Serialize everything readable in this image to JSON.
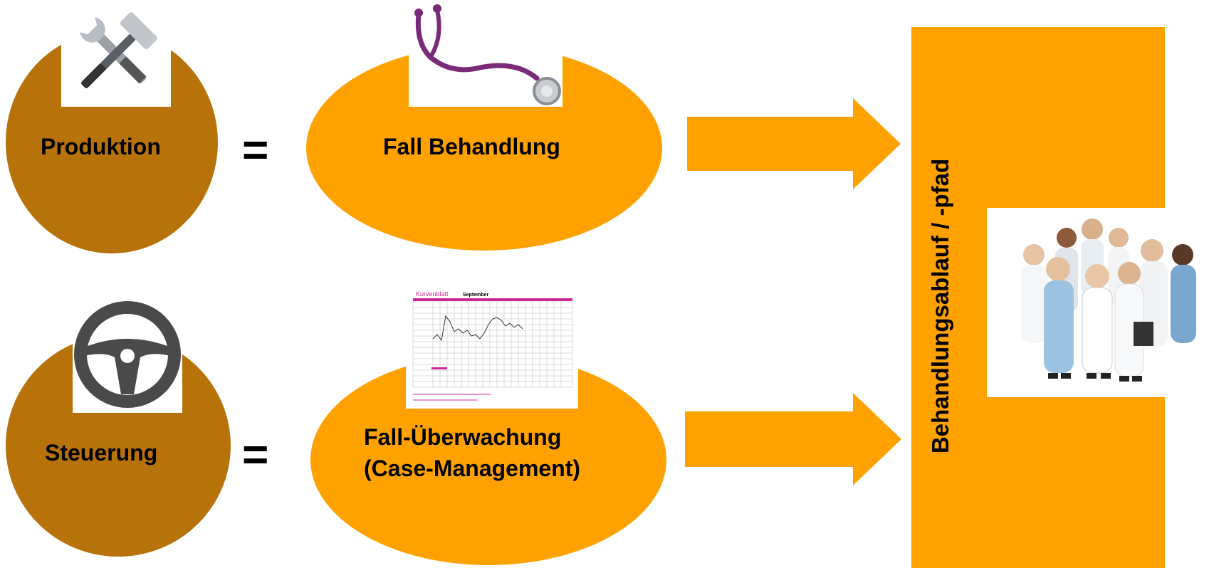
{
  "colors": {
    "brown": "#B8720A",
    "orange": "#FFA200",
    "icon_gray": "#4a4a4a",
    "chart_magenta": "#cc2a9a"
  },
  "rows": [
    {
      "left_label": "Produktion",
      "left_icon": "hammer-wrench-icon",
      "equals": "=",
      "right_label_lines": [
        "Fall Behandlung"
      ],
      "right_icon": "stethoscope-icon"
    },
    {
      "left_label": "Steuerung",
      "left_icon": "steering-wheel-icon",
      "equals": "=",
      "right_label_lines": [
        "Fall-Überwachung",
        "(Case-Management)"
      ],
      "right_icon": "temperature-chart-thumbnail"
    }
  ],
  "target": {
    "label": "Behandlungsablauf / -pfad",
    "image": "medical-team-photo"
  },
  "chart_thumbnail": {
    "title": "Kurvenblatt",
    "month": "September"
  }
}
